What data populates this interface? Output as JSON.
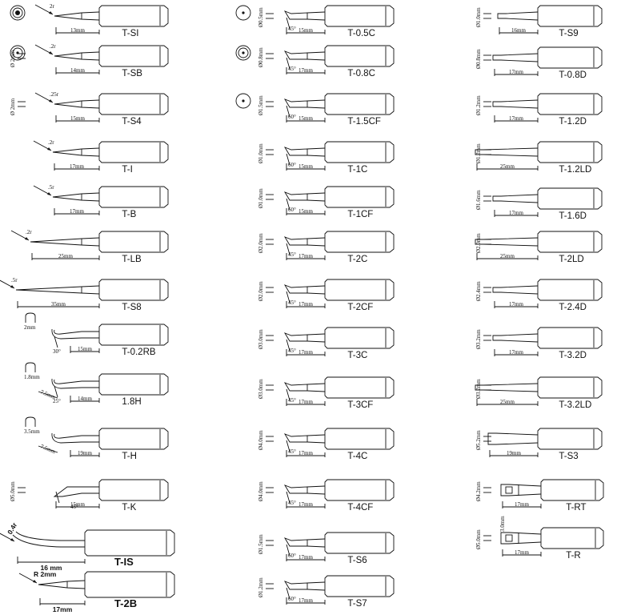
{
  "tips": [
    {
      "id": "t-si",
      "name": "T-SI",
      "col": 0,
      "row": 0,
      "size": "2r",
      "dim": "13mm",
      "len": "short",
      "sym": "double-ring"
    },
    {
      "id": "t-sb",
      "name": "T-SB",
      "col": 0,
      "row": 1,
      "size": ".2r",
      "dim": "14mm",
      "dia": "Ø 2mm",
      "len": "short",
      "sym": "double-ring-dot"
    },
    {
      "id": "t-s4",
      "name": "T-S4",
      "col": 0,
      "row": 2,
      "size": ".25r",
      "dim": "15mm",
      "dia": "Ø 2mm",
      "len": "short"
    },
    {
      "id": "t-i",
      "name": "T-I",
      "col": 0,
      "row": 3,
      "size": ".2r",
      "dim": "17mm",
      "len": "medium"
    },
    {
      "id": "t-b",
      "name": "T-B",
      "col": 0,
      "row": 4,
      "size": ".5r",
      "dim": "17mm",
      "len": "medium"
    },
    {
      "id": "t-lb",
      "name": "T-LB",
      "col": 0,
      "row": 5,
      "size": ".2r",
      "dim": "25mm",
      "len": "long"
    },
    {
      "id": "t-s8",
      "name": "T-S8",
      "col": 0,
      "row": 6,
      "size": ".5r",
      "dim": "35mm",
      "len": "xlong"
    },
    {
      "id": "t-02rb",
      "name": "T-0.2RB",
      "col": 0,
      "row": 7,
      "size": "2mm",
      "dim": "15mm",
      "extra": "30°",
      "len": "bent"
    },
    {
      "id": "t-18h",
      "name": "1.8H",
      "col": 0,
      "row": 8,
      "size": "1.8mm",
      "dim": "14mm",
      "extra": "25°",
      "aux": "7.5mm",
      "len": "bent"
    },
    {
      "id": "t-h",
      "name": "T-H",
      "col": 0,
      "row": 9,
      "size": "3.5mm",
      "dim": "19mm",
      "aux": "7.5mm",
      "len": "bent"
    },
    {
      "id": "t-k",
      "name": "T-K",
      "col": 0,
      "row": 10,
      "dim": "15mm",
      "dia": "Ø5.0mm",
      "extra": "45°",
      "len": "knife"
    },
    {
      "id": "t-is",
      "name": "T-IS",
      "col": 0,
      "row": 11,
      "size": "0.4r",
      "dim": "16 mm",
      "len": "curve",
      "bold": true
    },
    {
      "id": "t-2b",
      "name": "T-2B",
      "col": 0,
      "row": 12,
      "size": "R 2mm",
      "dim": "17mm",
      "len": "medium",
      "bold": true
    },
    {
      "id": "t-05c",
      "name": "T-0.5C",
      "col": 1,
      "row": 0,
      "dia": "Ø0.5mm",
      "dim": "15mm",
      "extra": "45°",
      "len": "chisel",
      "sym": "ring-dot"
    },
    {
      "id": "t-08c",
      "name": "T-0.8C",
      "col": 1,
      "row": 1,
      "dia": "Ø0.8mm",
      "dim": "17mm",
      "extra": "45°",
      "len": "chisel",
      "sym": "double-ring-dot"
    },
    {
      "id": "t-15cf",
      "name": "T-1.5CF",
      "col": 1,
      "row": 2,
      "dia": "Ø1.5mm",
      "dim": "15mm",
      "extra": "60°",
      "len": "chisel",
      "sym": "ring-dot"
    },
    {
      "id": "t-1c",
      "name": "T-1C",
      "col": 1,
      "row": 3,
      "dia": "Ø1.0mm",
      "dim": "15mm",
      "extra": "60°",
      "len": "chisel"
    },
    {
      "id": "t-1cf",
      "name": "T-1CF",
      "col": 1,
      "row": 4,
      "dia": "Ø1.0mm",
      "dim": "15mm",
      "extra": "60°",
      "len": "chisel"
    },
    {
      "id": "t-2c",
      "name": "T-2C",
      "col": 1,
      "row": 5,
      "dia": "Ø2.0mm",
      "dim": "17mm",
      "extra": "45°",
      "len": "chisel"
    },
    {
      "id": "t-2cf",
      "name": "T-2CF",
      "col": 1,
      "row": 6,
      "dia": "Ø2.0mm",
      "dim": "17mm",
      "extra": "45°",
      "len": "chisel"
    },
    {
      "id": "t-3c",
      "name": "T-3C",
      "col": 1,
      "row": 7,
      "dia": "Ø3.0mm",
      "dim": "17mm",
      "extra": "45°",
      "len": "chisel"
    },
    {
      "id": "t-3cf",
      "name": "T-3CF",
      "col": 1,
      "row": 8,
      "dia": "Ø3.0mm",
      "dim": "17mm",
      "extra": "45°",
      "len": "chisel"
    },
    {
      "id": "t-4c",
      "name": "T-4C",
      "col": 1,
      "row": 9,
      "dia": "Ø4.0mm",
      "dim": "17mm",
      "extra": "45°",
      "len": "chisel"
    },
    {
      "id": "t-4cf",
      "name": "T-4CF",
      "col": 1,
      "row": 10,
      "dia": "Ø4.0mm",
      "dim": "17mm",
      "extra": "45°",
      "len": "chisel"
    },
    {
      "id": "t-s6",
      "name": "T-S6",
      "col": 1,
      "row": 11,
      "dia": "Ø1.5mm",
      "dim": "17mm",
      "extra": "60°",
      "len": "chisel"
    },
    {
      "id": "t-s7",
      "name": "T-S7",
      "col": 1,
      "row": 12,
      "dia": "Ø1.2mm",
      "dim": "17mm",
      "extra": "60°",
      "len": "chisel"
    },
    {
      "id": "t-s9",
      "name": "T-S9",
      "col": 2,
      "row": 0,
      "dia": "Ø1.0mm",
      "dim": "16mm",
      "len": "short"
    },
    {
      "id": "t-08d",
      "name": "T-0.8D",
      "col": 2,
      "row": 1,
      "dia": "Ø0.8mm",
      "dim": "17mm",
      "len": "medium"
    },
    {
      "id": "t-12d",
      "name": "T-1.2D",
      "col": 2,
      "row": 2,
      "dia": "Ø1.2mm",
      "dim": "17mm",
      "len": "medium"
    },
    {
      "id": "t-12ld",
      "name": "T-1.2LD",
      "col": 2,
      "row": 3,
      "dia": "Ø1.2mm",
      "dim": "25mm",
      "len": "long"
    },
    {
      "id": "t-16d",
      "name": "T-1.6D",
      "col": 2,
      "row": 4,
      "dia": "Ø1.6mm",
      "dim": "17mm",
      "len": "medium"
    },
    {
      "id": "t-2ld",
      "name": "T-2LD",
      "col": 2,
      "row": 5,
      "dia": "Ø2.0mm",
      "dim": "25mm",
      "len": "long"
    },
    {
      "id": "t-24d",
      "name": "T-2.4D",
      "col": 2,
      "row": 6,
      "dia": "Ø2.4mm",
      "dim": "17mm",
      "len": "medium"
    },
    {
      "id": "t-32d",
      "name": "T-3.2D",
      "col": 2,
      "row": 7,
      "dia": "Ø3.2mm",
      "dim": "17mm",
      "len": "medium"
    },
    {
      "id": "t-32ld",
      "name": "T-3.2LD",
      "col": 2,
      "row": 8,
      "dia": "Ø3.2mm",
      "dim": "25mm",
      "len": "long"
    },
    {
      "id": "t-s3",
      "name": "T-S3",
      "col": 2,
      "row": 9,
      "dia": "Ø5.2mm",
      "dim": "19mm",
      "len": "flat"
    },
    {
      "id": "t-rt",
      "name": "T-RT",
      "col": 2,
      "row": 10,
      "dia": "Ø4.2mm",
      "dim": "17mm",
      "len": "slot"
    },
    {
      "id": "t-r",
      "name": "T-R",
      "col": 2,
      "row": 11,
      "dia": "Ø5.0mm",
      "dim": "17mm",
      "aux": "3.0mm",
      "len": "slot"
    }
  ]
}
